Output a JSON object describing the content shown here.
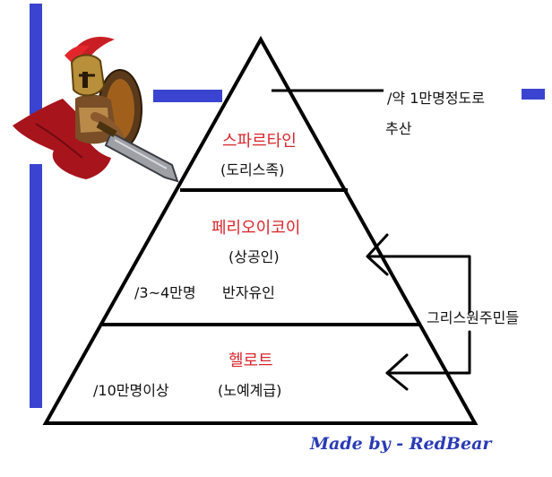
{
  "pyramid": {
    "top_tier": {
      "title": "스파르타인",
      "subtitle": "(도리스족)"
    },
    "middle_tier": {
      "title": "페리오이코이",
      "subtitle": "(상공인)",
      "population": "/3~4만명",
      "status": "반자유인"
    },
    "bottom_tier": {
      "title": "헬로트",
      "population": "/10만명이상",
      "status": "(노예계급)"
    }
  },
  "annotations": {
    "top_population": "/약 1만명정도로",
    "top_population_2": "추산",
    "natives": "그리스원주민들"
  },
  "credit": "Made by - RedBear",
  "colors": {
    "accent_bars": "#3a44d0",
    "tier_title": "#d8262c",
    "credit": "#2a3bb6",
    "lines": "#000000"
  },
  "illustration": "spartan-warrior-icon"
}
